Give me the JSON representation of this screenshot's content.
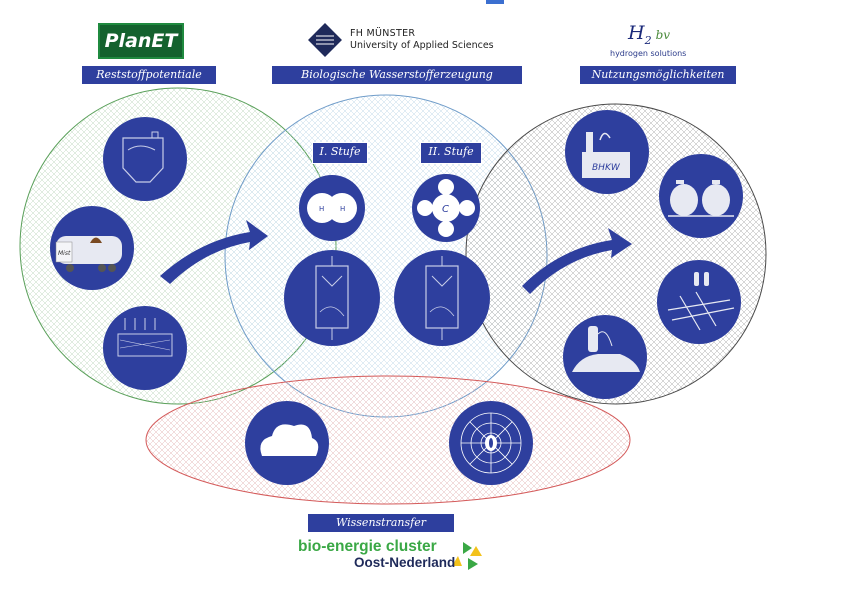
{
  "logos": {
    "planet": "PlanET",
    "fh_name": "FH MÜNSTER",
    "fh_sub": "University of Applied Sciences",
    "h2_main": "H",
    "h2_sub_digit": "2",
    "h2_bv": "bv",
    "h2_tagline": "hydrogen solutions",
    "bec_line1": "bio-energie cluster",
    "bec_line2": "Oost-Nederland"
  },
  "headings": {
    "left": "Reststoffpotentiale",
    "center": "Biologische Wasserstofferzeugung",
    "right": "Nutzungsmöglichkeiten",
    "bottom": "Wissenstransfer"
  },
  "stages": {
    "stage1": "I. Stufe",
    "stage2": "II. Stufe"
  },
  "icon_text": {
    "truck": "Mist",
    "bhkw": "BHKW",
    "molecule_center": "C",
    "h": "H"
  },
  "colors": {
    "icon_fill": "#2e3f9e",
    "left_circle_stroke": "#5aa05a",
    "center_circle_stroke": "#6f9cc9",
    "right_circle_stroke": "#4a4a4a",
    "bottom_ellipse_stroke": "#d45a5a"
  },
  "icons": [
    "silo-icon",
    "manure-truck-icon",
    "substrate-layer-icon",
    "hydrogen-molecule-icon",
    "methane-molecule-icon",
    "reactor-stage1-icon",
    "reactor-stage2-icon",
    "chp-plant-icon",
    "gas-tanks-icon",
    "gas-grid-icon",
    "fuel-cell-car-icon",
    "cloud-icon",
    "network-icon"
  ]
}
